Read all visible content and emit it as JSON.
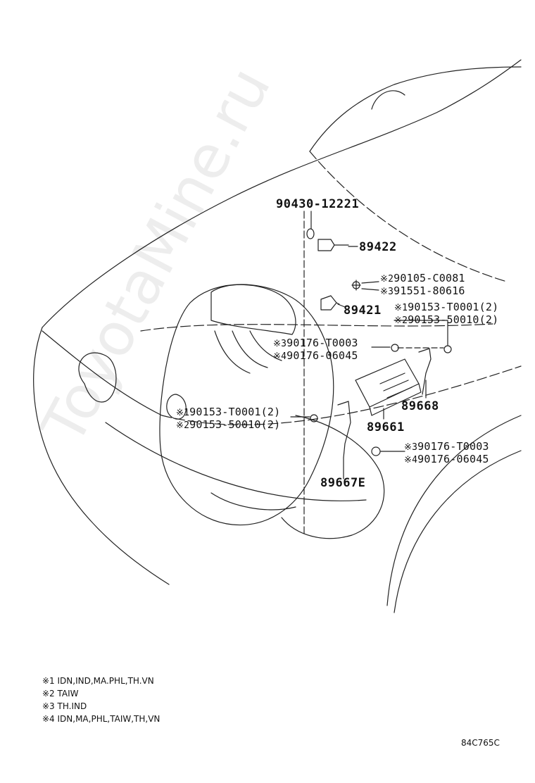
{
  "parts": {
    "p1": "90430-12221",
    "p2": "89422",
    "p3_mark": "※2",
    "p3": "90105-C0081",
    "p4_mark": "※3",
    "p4": "91551-80616",
    "p5": "89421",
    "p6_mark": "※1",
    "p6": "90153-T0001(2)",
    "p7_mark": "※2",
    "p7": "90153-50010(2)",
    "p8_mark": "※3",
    "p8": "90176-T0003",
    "p9_mark": "※4",
    "p9": "90176-06045",
    "p10": "89668",
    "p11_mark": "※1",
    "p11": "90153-T0001(2)",
    "p12_mark": "※2",
    "p12": "90153-50010(2)",
    "p13": "89661",
    "p14_mark": "※3",
    "p14": "90176-T0003",
    "p15_mark": "※4",
    "p15": "90176-06045",
    "p16": "89667E"
  },
  "legend": [
    "※1 IDN,IND,MA.PHL,TH.VN",
    "※2 TAIW",
    "※3 TH.IND",
    "※4 IDN,MA,PHL,TAIW,TH,VN"
  ],
  "diagram_code": "84C765C",
  "watermark": "ToyotaMine.ru"
}
